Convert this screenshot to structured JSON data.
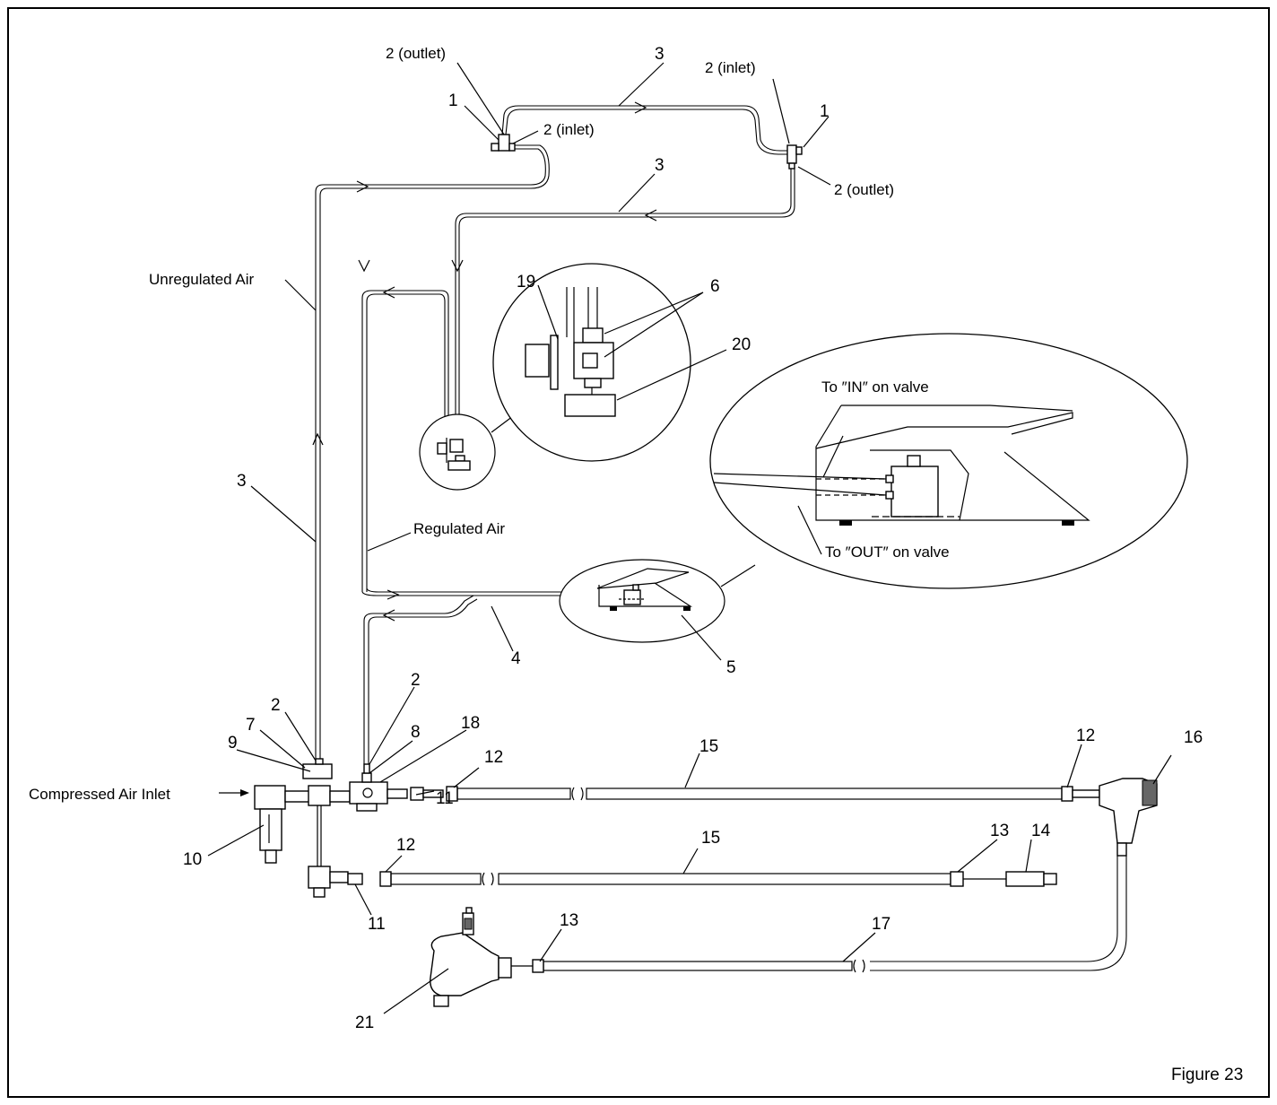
{
  "figure": {
    "caption": "Figure 23"
  },
  "labels": {
    "compressed_air_inlet": "Compressed Air Inlet",
    "unregulated_air": "Unregulated Air",
    "regulated_air": "Regulated Air",
    "to_in_on_valve": "To ″IN″ on valve",
    "to_out_on_valve": "To ″OUT″ on valve",
    "outlet_top_left": "2 (outlet)",
    "inlet_top_left": "2 (inlet)",
    "inlet_top_right": "2 (inlet)",
    "outlet_right": "2 (outlet)"
  },
  "callouts": {
    "n1a": "1",
    "n1b": "1",
    "n3a": "3",
    "n3b": "3",
    "n3c": "3",
    "n19": "19",
    "n6": "6",
    "n20": "20",
    "n4": "4",
    "n5": "5",
    "n2a": "2",
    "n2b": "2",
    "n7": "7",
    "n9": "9",
    "n8": "8",
    "n18": "18",
    "n12a": "12",
    "n15a": "15",
    "n12b": "12",
    "n16": "16",
    "n11a": "11",
    "n10": "10",
    "n15b": "15",
    "n13a": "13",
    "n14": "14",
    "n12c": "12",
    "n11b": "11",
    "n13b": "13",
    "n17": "17",
    "n21": "21"
  }
}
